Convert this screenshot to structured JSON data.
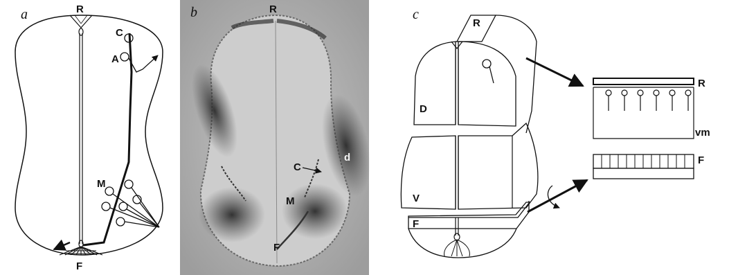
{
  "panels": {
    "a": {
      "panel_label": "a",
      "labels": {
        "roof_plate": "R",
        "floor_plate": "F",
        "commissural": "C",
        "association": "A",
        "motor": "M"
      }
    },
    "b": {
      "panel_label": "b",
      "labels": {
        "roof_plate": "R",
        "floor_plate": "F",
        "commissural": "C",
        "motor": "M",
        "dorsal_root": "d"
      }
    },
    "c": {
      "panel_label": "c",
      "labels": {
        "roof_plate": "R",
        "dorsal": "D",
        "ventral": "V",
        "floor_plate": "F",
        "explant_roof": "R",
        "ventral_midline": "vm",
        "explant_floor": "F"
      }
    }
  }
}
